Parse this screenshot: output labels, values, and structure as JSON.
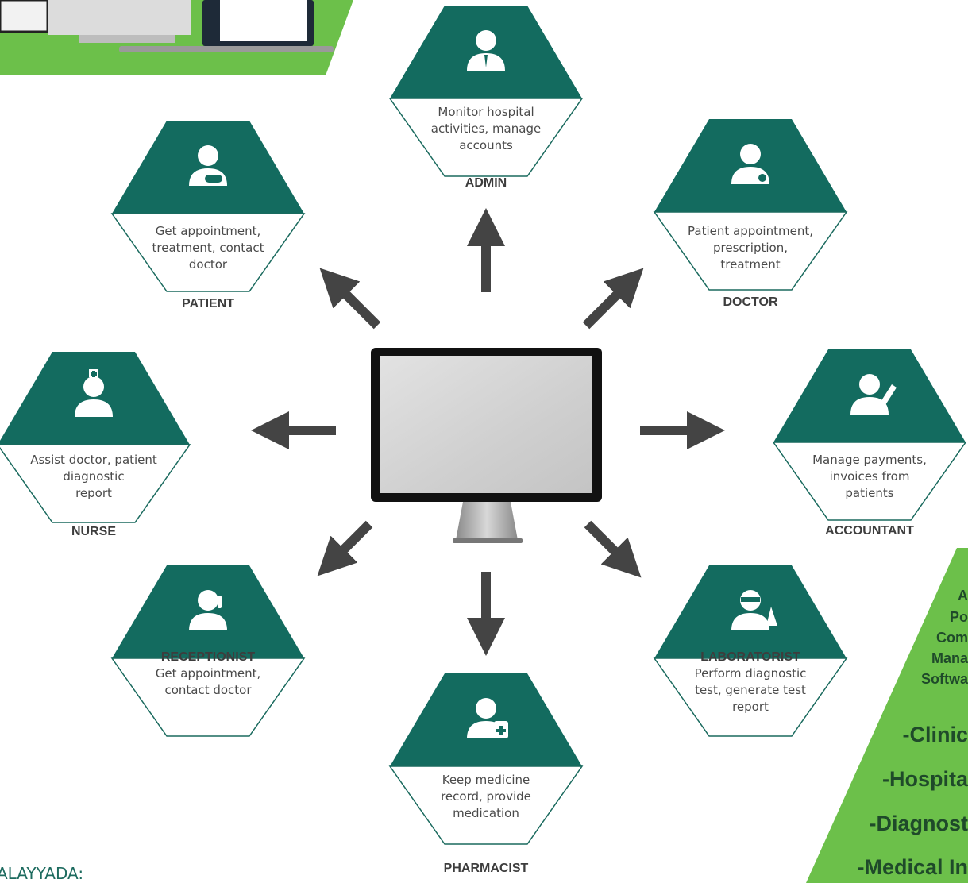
{
  "colors": {
    "teal": "#136b5f",
    "green": "#6cc04a",
    "arrow": "#444444",
    "outline": "#1a6a5e"
  },
  "nodes": [
    {
      "id": "admin",
      "title": "ADMIN",
      "lines": [
        "Monitor hospital",
        "activities, manage",
        "accounts"
      ],
      "icon": "admin-icon"
    },
    {
      "id": "patient",
      "title": "PATIENT",
      "lines": [
        "Get appointment,",
        "treatment, contact",
        "doctor"
      ],
      "icon": "patient-icon"
    },
    {
      "id": "doctor",
      "title": "DOCTOR",
      "lines": [
        "Patient appointment,",
        "prescription,",
        "treatment"
      ],
      "icon": "doctor-icon"
    },
    {
      "id": "nurse",
      "title": "NURSE",
      "lines": [
        "Assist doctor, patient",
        "diagnostic",
        "report"
      ],
      "icon": "nurse-icon"
    },
    {
      "id": "accountant",
      "title": "ACCOUNTANT",
      "lines": [
        "Manage payments,",
        "invoices from",
        "patients"
      ],
      "icon": "accountant-icon"
    },
    {
      "id": "receptionist",
      "title": "RECEPTIONIST",
      "lines": [
        "Get appointment,",
        "contact doctor"
      ],
      "icon": "receptionist-icon"
    },
    {
      "id": "laboratorist",
      "title": "LABORATORIST",
      "lines": [
        "Perform diagnostic",
        "test, generate test",
        "report"
      ],
      "icon": "laboratorist-icon"
    },
    {
      "id": "pharmacist",
      "title": "PHARMACIST",
      "lines": [
        "Keep medicine",
        "record, provide",
        "medication"
      ],
      "icon": "pharmacist-icon"
    }
  ],
  "promo": {
    "lines_small": [
      "A",
      "Po",
      "Com",
      "Mana",
      "Softwa"
    ],
    "lines_large": [
      "-Clinic",
      "-Hospita",
      "-Diagnost",
      "-Medical In"
    ]
  },
  "corner_text": "ALAYYADA:"
}
